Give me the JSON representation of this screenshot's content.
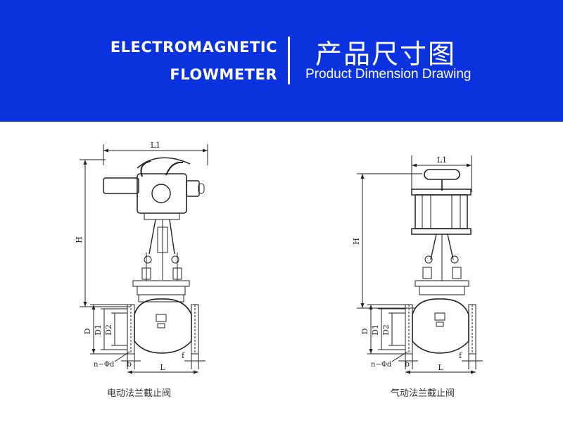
{
  "header": {
    "title_en_line1": "ELECTROMAGNETIC",
    "title_en_line2": "FLOWMETER",
    "title_cn": "产品尺寸图",
    "subtitle": "Product Dimension Drawing",
    "background_color": "#0b32df",
    "text_color": "#ffffff"
  },
  "drawings": [
    {
      "caption": "电动法兰截止阀",
      "labels": {
        "L1": "L1",
        "H": "H",
        "D": "D",
        "D1": "D1",
        "D2": "D2",
        "n_phi_d": "n−Φd",
        "b": "b",
        "L": "L",
        "f": "f"
      }
    },
    {
      "caption": "气动法兰截止阀",
      "labels": {
        "L1": "L1",
        "H": "H",
        "D": "D",
        "D1": "D1",
        "D2": "D2",
        "n_phi_d": "n−Φd",
        "b": "b",
        "L": "L",
        "f": "f"
      }
    }
  ]
}
